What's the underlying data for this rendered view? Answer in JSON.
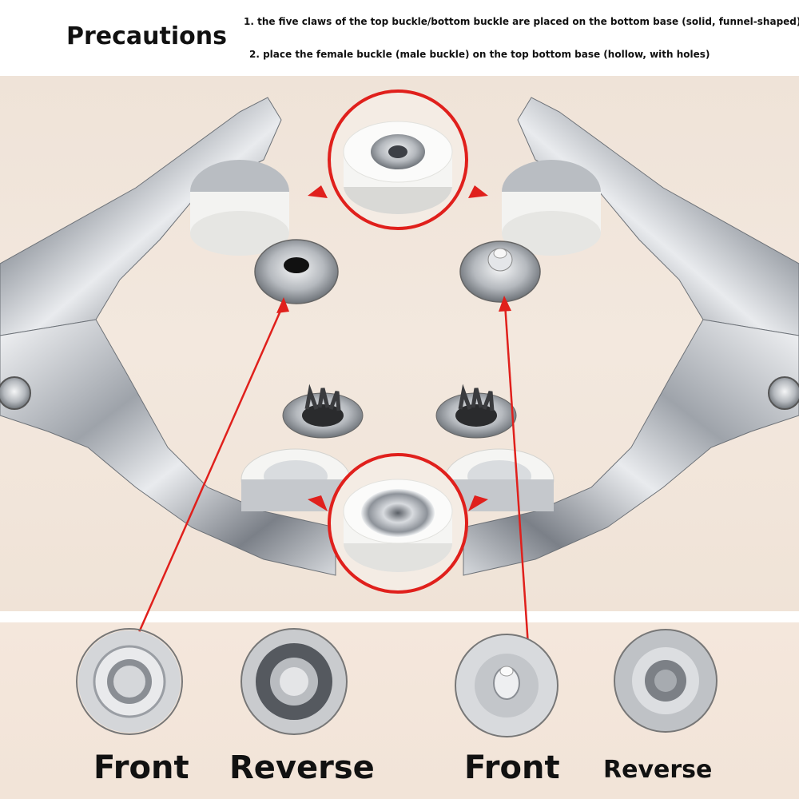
{
  "header": {
    "title": "Precautions",
    "note_1": "1. the five claws of the top buckle/bottom buckle are placed on the bottom base (solid, funnel-shaped)",
    "note_2": "2. place the female buckle (male buckle) on the top bottom base (hollow, with holes)"
  },
  "labels": {
    "front_1": "Front",
    "reverse_1": "Reverse",
    "front_2": "Front",
    "reverse_2": "Reverse"
  },
  "colors": {
    "arrow_red": "#e0201c",
    "background_beige": "#f0e3d7",
    "metal_silver": "#c9ccd0",
    "base_white": "#f4f4f2"
  },
  "icons": {
    "pliers": "snap-fastener-pliers",
    "arrows": "red-pointer-arrows"
  }
}
